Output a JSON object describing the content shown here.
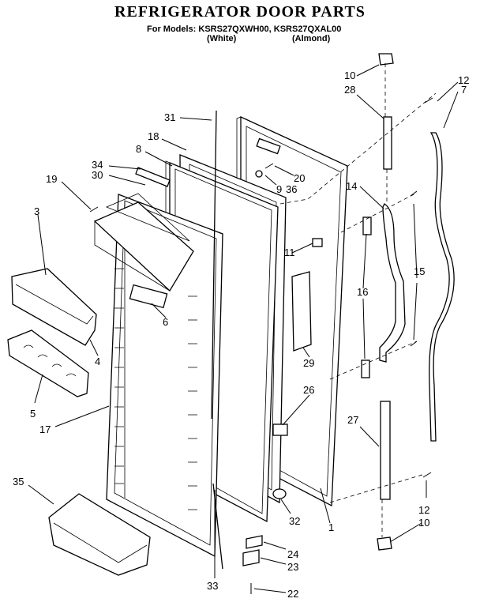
{
  "header": {
    "title": "REFRIGERATOR DOOR PARTS",
    "models": "For Models: KSRS27QXWH00, KSRS27QXAL00",
    "color_white": "(White)",
    "color_almond": "(Almond)"
  },
  "callouts": [
    "31",
    "18",
    "8",
    "34",
    "30",
    "19",
    "3",
    "6",
    "4",
    "5",
    "17",
    "35",
    "33",
    "20",
    "9",
    "36",
    "11",
    "29",
    "26",
    "32",
    "1",
    "24",
    "23",
    "22",
    "10",
    "28",
    "12",
    "7",
    "14",
    "15",
    "16",
    "27"
  ]
}
